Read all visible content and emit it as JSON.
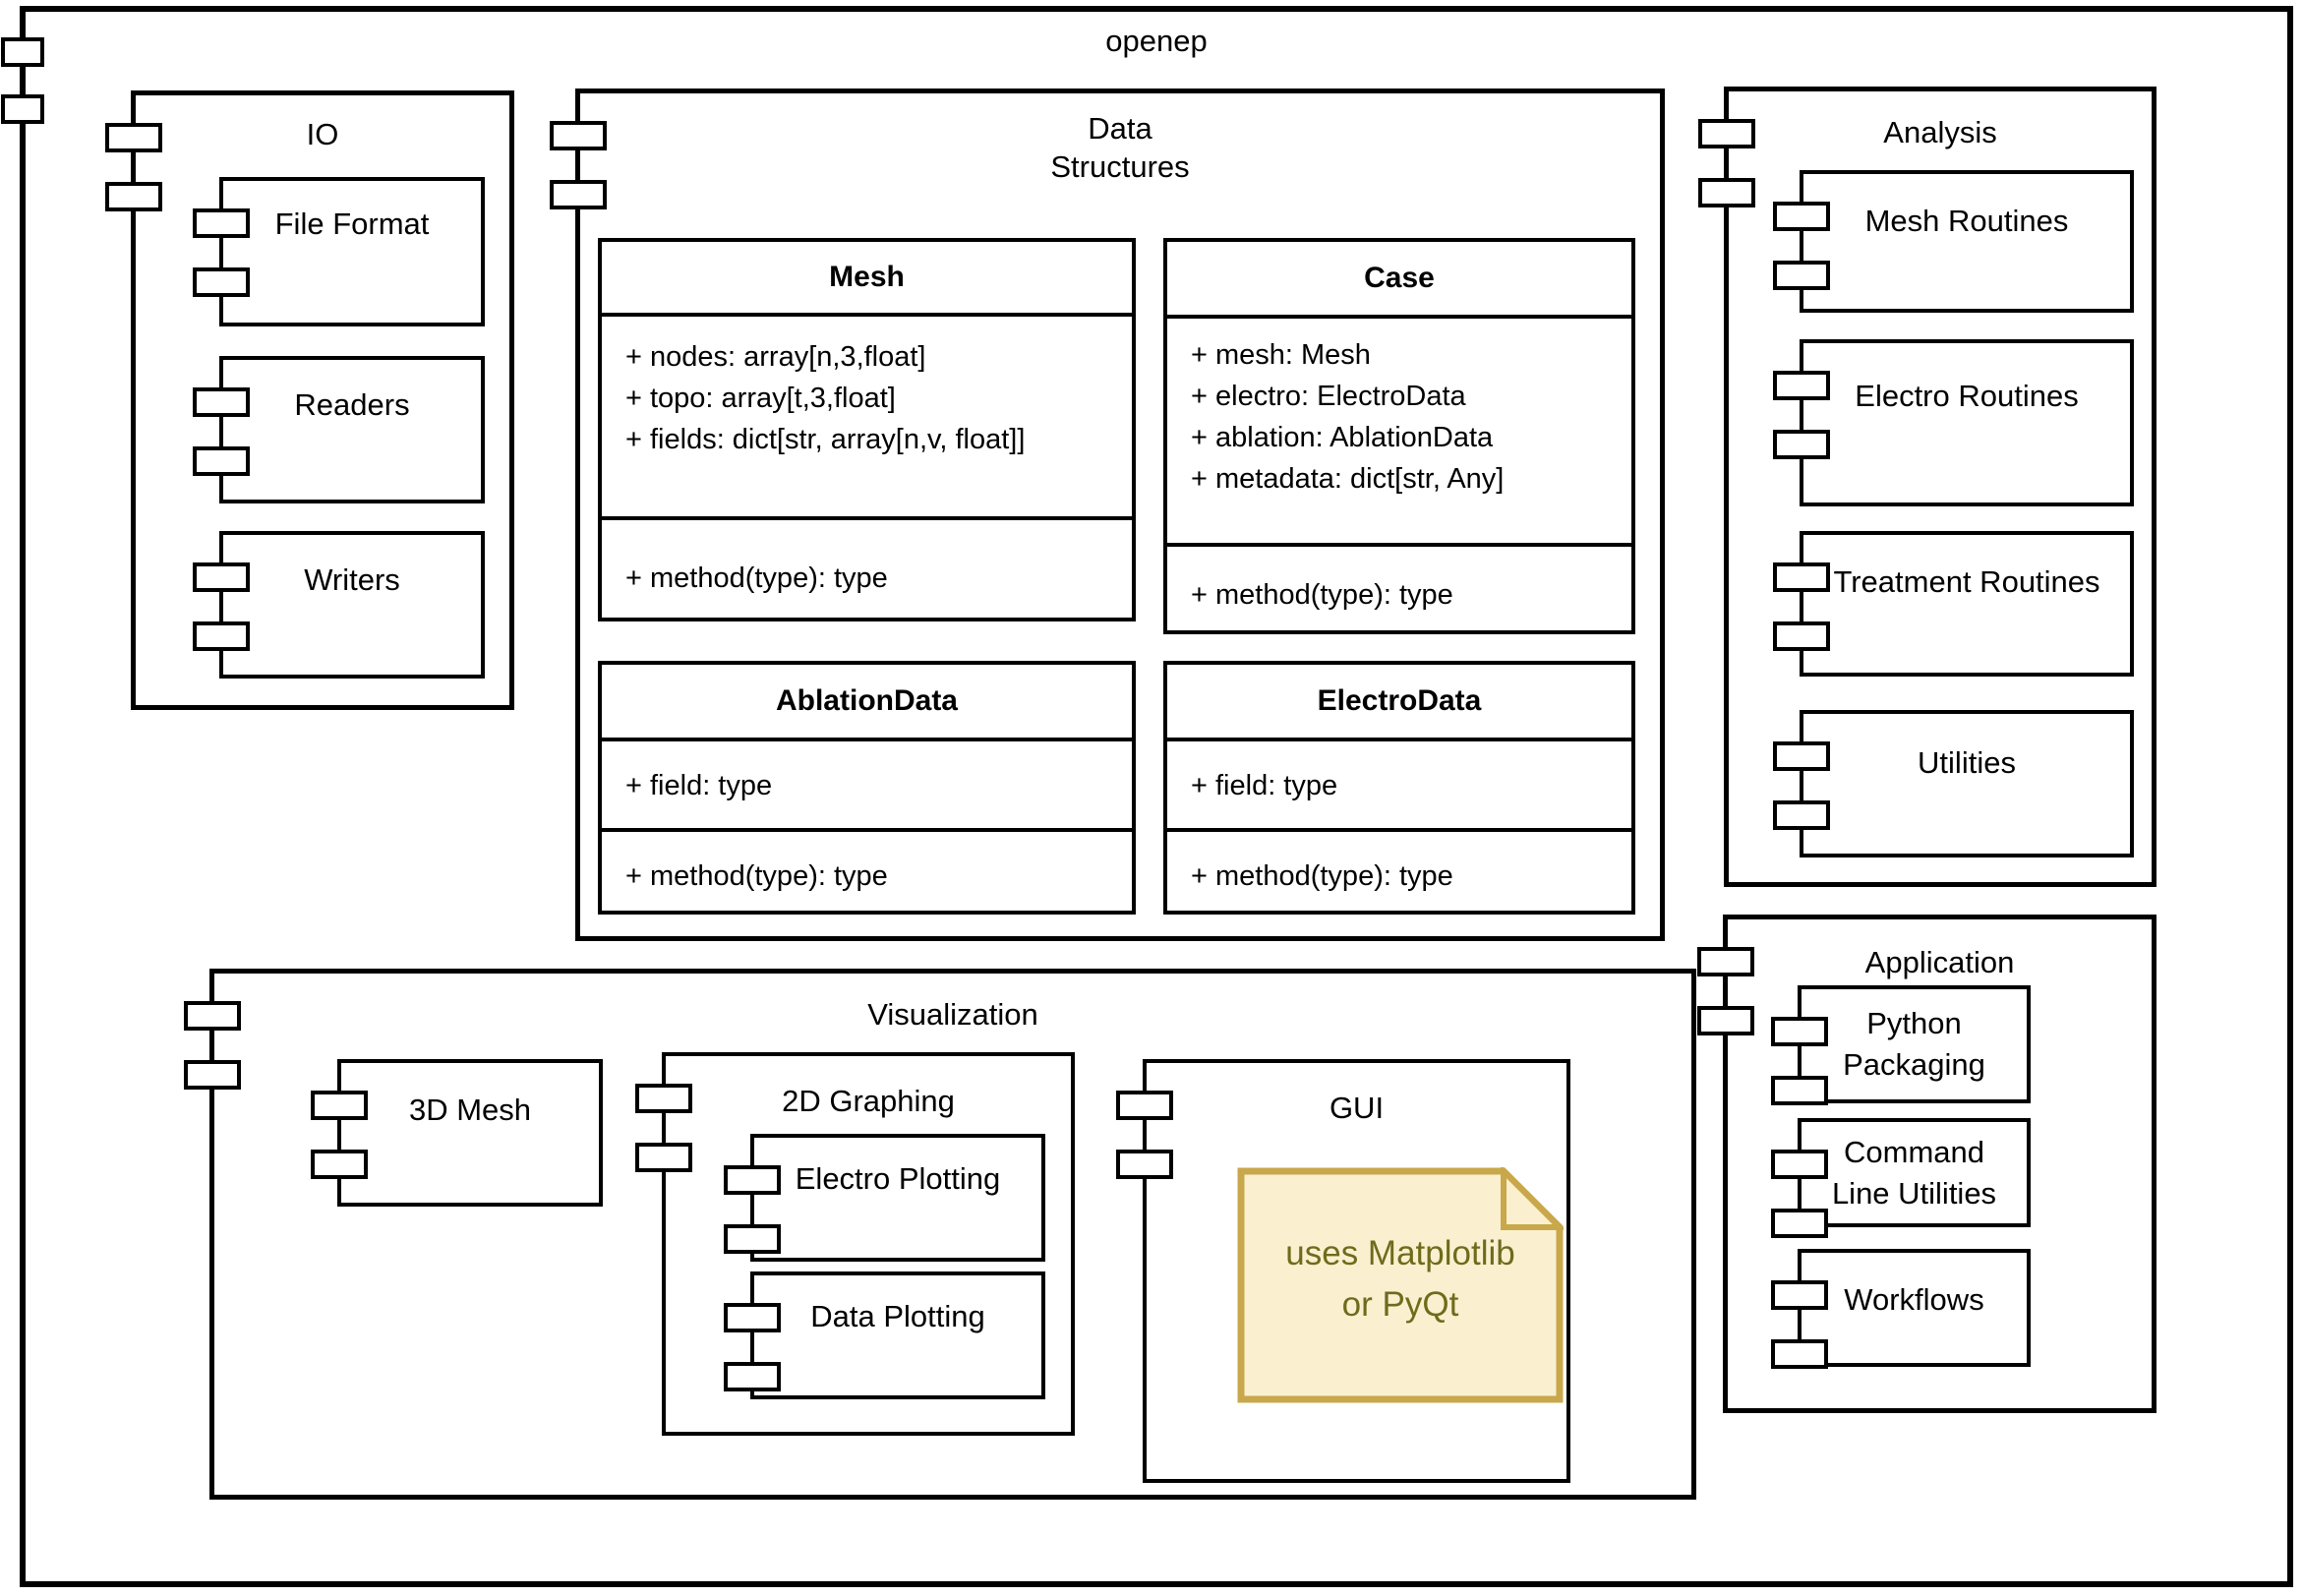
{
  "diagram_title": "openep",
  "io": {
    "title": "IO",
    "file_format": "File Format",
    "readers": "Readers",
    "writers": "Writers"
  },
  "data_structures": {
    "title": "Data\nStructures"
  },
  "classes": {
    "mesh": {
      "name": "Mesh",
      "attr1": "+ nodes: array[n,3,float]",
      "attr2": "+ topo: array[t,3,float]",
      "attr3": "+ fields: dict[str, array[n,v, float]]",
      "method1": "+ method(type): type"
    },
    "case": {
      "name": "Case",
      "attr1": "+ mesh: Mesh",
      "attr2": "+ electro: ElectroData",
      "attr3": "+ ablation: AblationData",
      "attr4": "+ metadata: dict[str, Any]",
      "method1": "+ method(type): type"
    },
    "ablation": {
      "name": "AblationData",
      "attr1": "+ field: type",
      "method1": "+ method(type): type"
    },
    "electro": {
      "name": "ElectroData",
      "attr1": "+ field: type",
      "method1": "+ method(type): type"
    }
  },
  "analysis": {
    "title": "Analysis",
    "mesh_routines": "Mesh Routines",
    "electro_routines": "Electro Routines",
    "treatment_routines": "Treatment Routines",
    "utilities": "Utilities"
  },
  "visualization": {
    "title": "Visualization",
    "mesh_3d": "3D Mesh",
    "graphing_2d": "2D Graphing",
    "electro_plotting": "Electro Plotting",
    "data_plotting": "Data Plotting",
    "gui": "GUI",
    "note_line1": "uses Matplotlib",
    "note_line2": "or PyQt"
  },
  "application": {
    "title": "Application",
    "python_packaging": "Python\nPackaging",
    "command_line_utilities": "Command\nLine Utilities",
    "workflows": "Workflows"
  },
  "colors": {
    "background": "#FFFFFF",
    "line": "#000000",
    "note_fill": "#FAF0D0",
    "note_border": "#C8A84B",
    "note_text": "#6D6C1C"
  }
}
